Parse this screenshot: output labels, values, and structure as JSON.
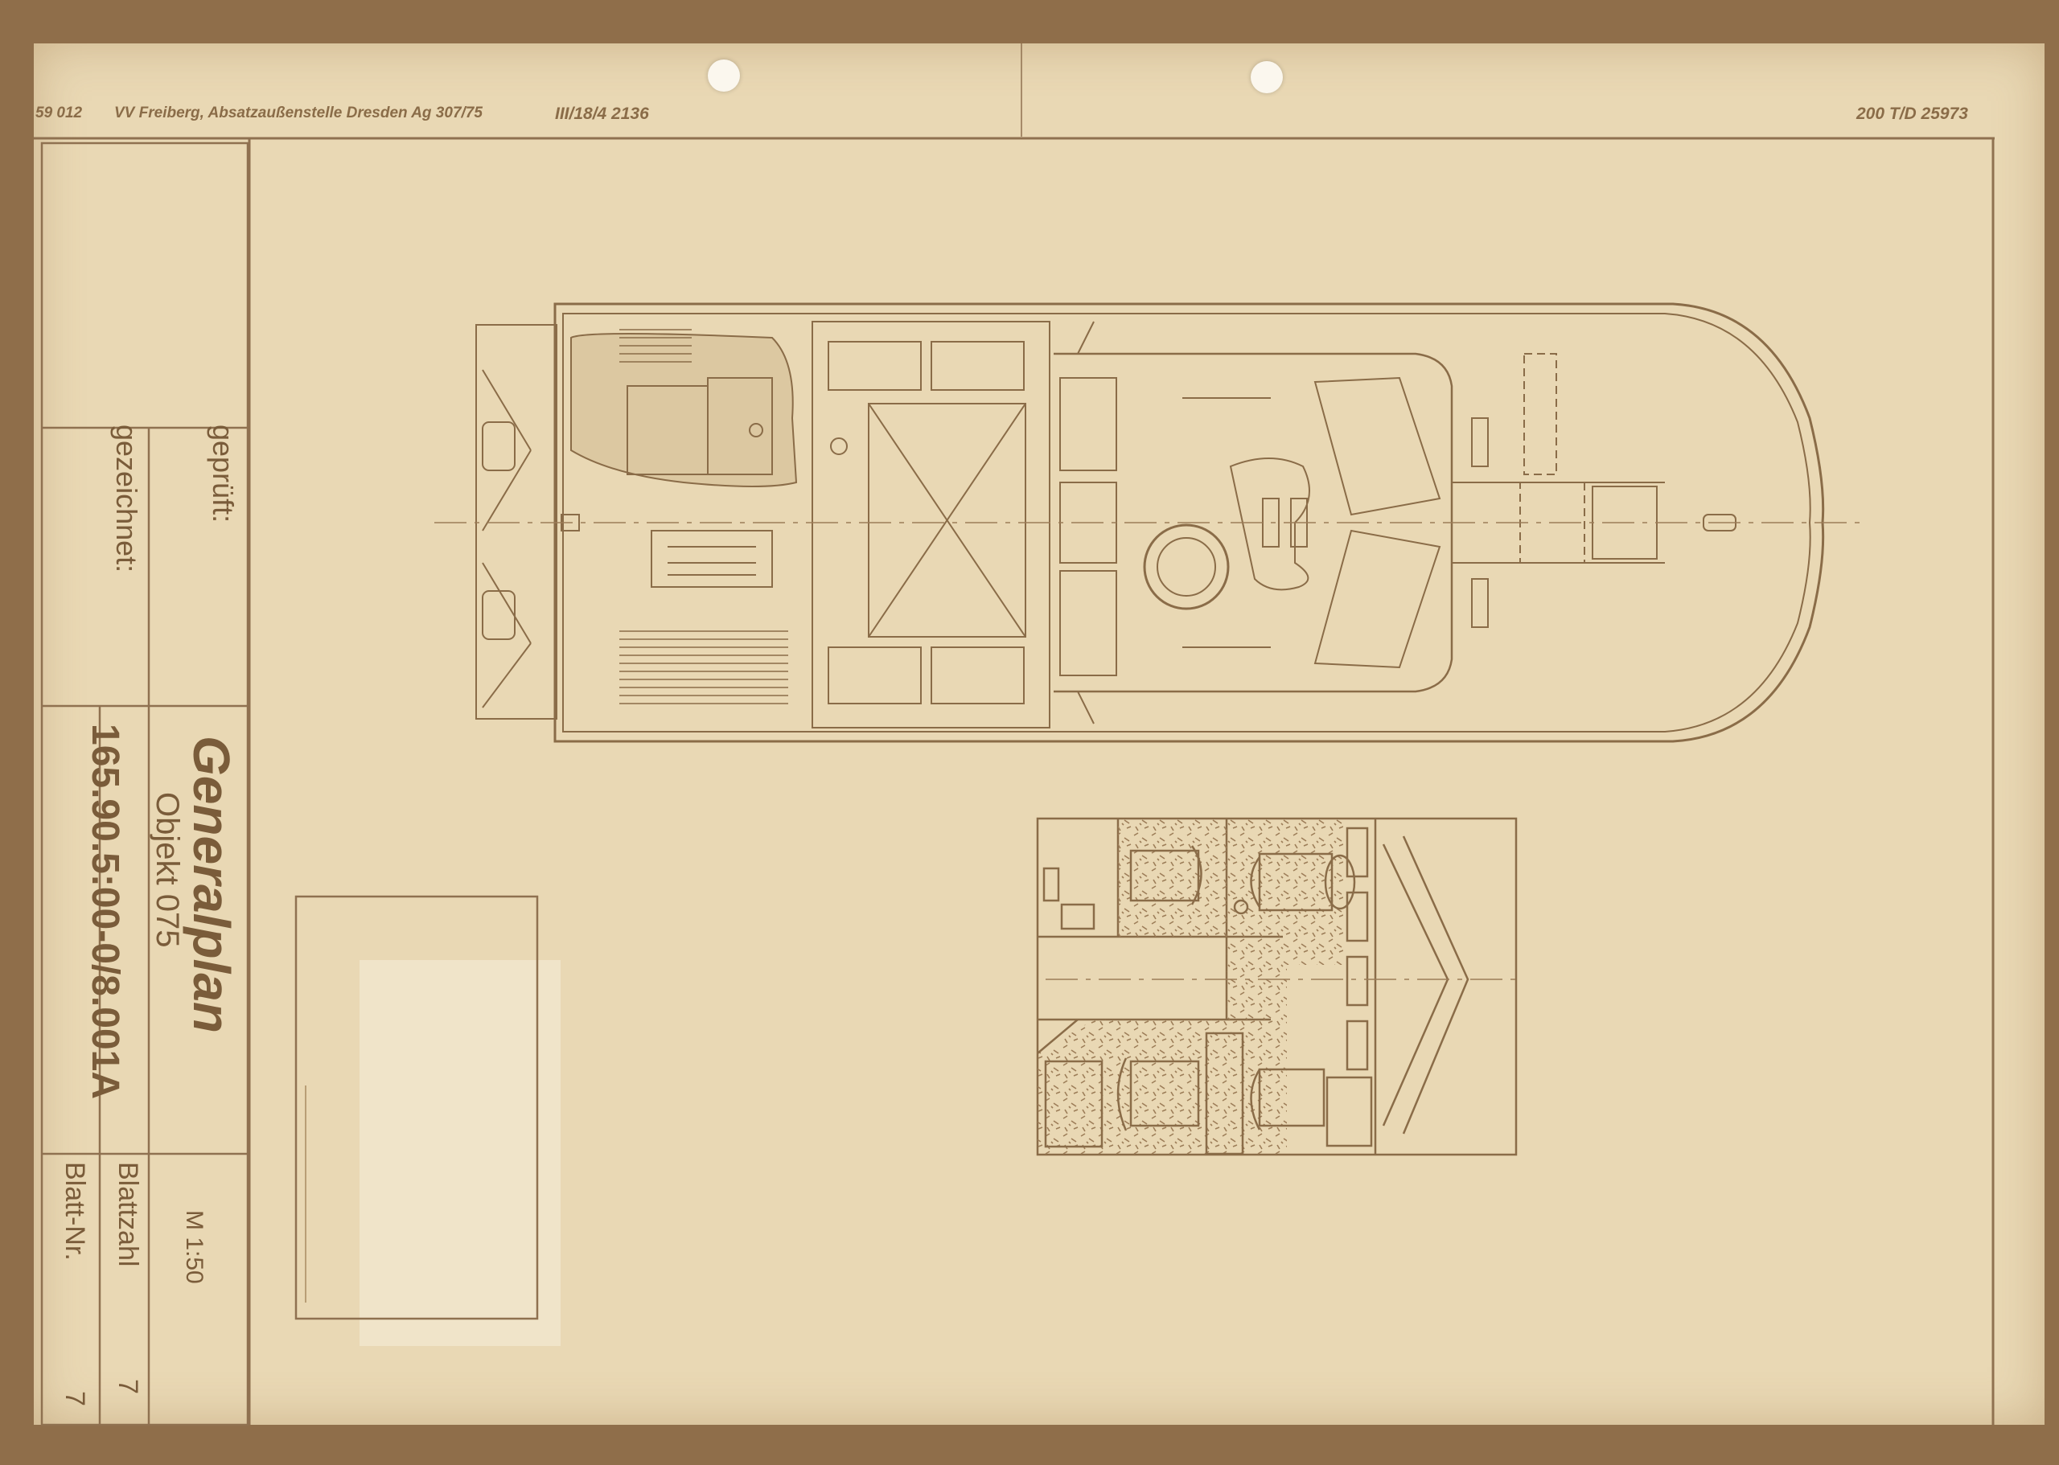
{
  "header": {
    "left_code": "59 012",
    "issuer": "VV Freiberg, Absatzaußenstelle Dresden  Ag 307/75",
    "ref": "III/18/4  2136",
    "right_code": "200 T/D 25973"
  },
  "title_block": {
    "geprueft_label": "geprüft:",
    "gezeichnet_label": "gezeichnet:",
    "title": "Generalplan",
    "subtitle": "Objekt 075",
    "drawing_number": "165.90.5:00-0/8.001A",
    "scale": "M 1:50",
    "blattzahl_label": "Blattzahl",
    "blattzahl_value": "7",
    "blatt_nr_label": "Blatt-Nr.",
    "blatt_nr_value": "7"
  },
  "colors": {
    "paper": "#e9d8b4",
    "frame": "#8f6e4a",
    "ink": "#7a5c3a",
    "hatch": "#9c7d58"
  }
}
